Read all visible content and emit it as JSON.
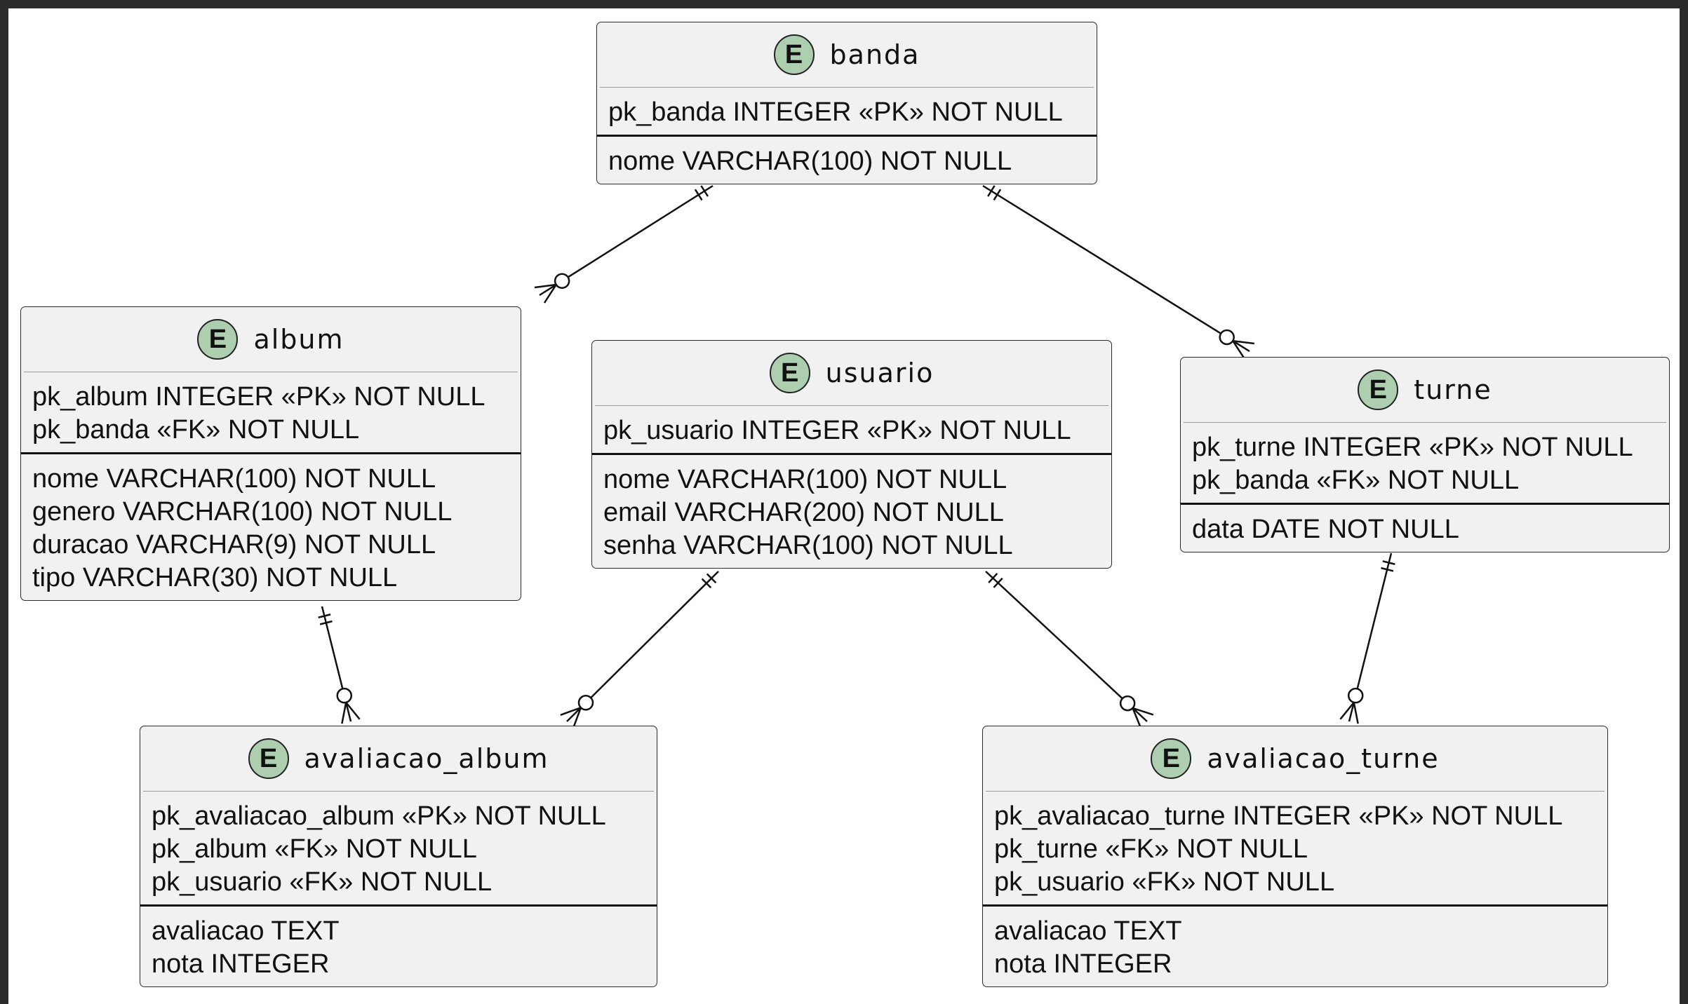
{
  "entities": {
    "banda": {
      "badge": "E",
      "name": "banda",
      "keys": [
        "pk_banda INTEGER «PK» NOT NULL"
      ],
      "attributes": [
        "nome VARCHAR(100) NOT NULL"
      ]
    },
    "album": {
      "badge": "E",
      "name": "album",
      "keys": [
        "pk_album INTEGER «PK» NOT NULL",
        "pk_banda «FK» NOT NULL"
      ],
      "attributes": [
        "nome VARCHAR(100) NOT NULL",
        "genero VARCHAR(100) NOT NULL",
        "duracao VARCHAR(9) NOT NULL",
        "tipo VARCHAR(30) NOT NULL"
      ]
    },
    "usuario": {
      "badge": "E",
      "name": "usuario",
      "keys": [
        "pk_usuario INTEGER «PK» NOT NULL"
      ],
      "attributes": [
        "nome VARCHAR(100) NOT NULL",
        "email VARCHAR(200) NOT NULL",
        "senha VARCHAR(100) NOT NULL"
      ]
    },
    "turne": {
      "badge": "E",
      "name": "turne",
      "keys": [
        "pk_turne INTEGER «PK» NOT NULL",
        "pk_banda «FK» NOT NULL"
      ],
      "attributes": [
        "data DATE NOT NULL"
      ]
    },
    "avaliacao_album": {
      "badge": "E",
      "name": "avaliacao_album",
      "keys": [
        "pk_avaliacao_album «PK» NOT NULL",
        "pk_album «FK» NOT NULL",
        "pk_usuario «FK» NOT NULL"
      ],
      "attributes": [
        "avaliacao TEXT",
        "nota INTEGER"
      ]
    },
    "avaliacao_turne": {
      "badge": "E",
      "name": "avaliacao_turne",
      "keys": [
        "pk_avaliacao_turne INTEGER «PK» NOT NULL",
        "pk_turne «FK» NOT NULL",
        "pk_usuario «FK» NOT NULL"
      ],
      "attributes": [
        "avaliacao TEXT",
        "nota INTEGER"
      ]
    }
  },
  "relationships": [
    {
      "from": "banda",
      "to": "album",
      "from_cardinality": "exactly-one",
      "to_cardinality": "zero-or-many"
    },
    {
      "from": "banda",
      "to": "turne",
      "from_cardinality": "exactly-one",
      "to_cardinality": "zero-or-many"
    },
    {
      "from": "album",
      "to": "avaliacao_album",
      "from_cardinality": "exactly-one",
      "to_cardinality": "zero-or-many"
    },
    {
      "from": "usuario",
      "to": "avaliacao_album",
      "from_cardinality": "exactly-one",
      "to_cardinality": "zero-or-many"
    },
    {
      "from": "usuario",
      "to": "avaliacao_turne",
      "from_cardinality": "exactly-one",
      "to_cardinality": "zero-or-many"
    },
    {
      "from": "turne",
      "to": "avaliacao_turne",
      "from_cardinality": "exactly-one",
      "to_cardinality": "zero-or-many"
    }
  ],
  "colors": {
    "entity_fill": "#f1f1f1",
    "badge_fill": "#adcfaf",
    "line": "#111111",
    "frame": "#2b2b2b"
  }
}
